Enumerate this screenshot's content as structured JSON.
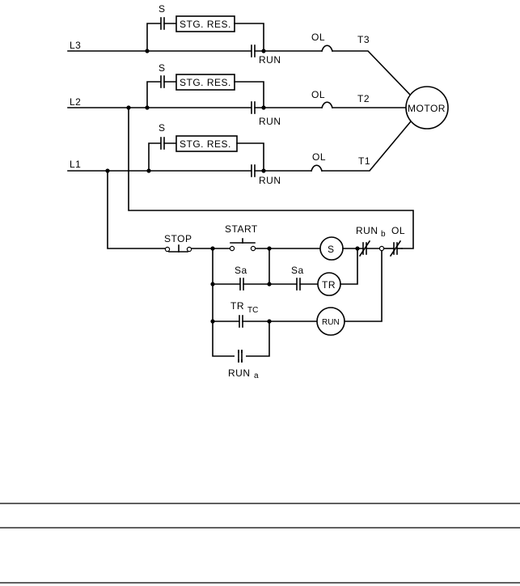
{
  "lines": {
    "l3": "L3",
    "l2": "L2",
    "l1": "L1"
  },
  "terminals": {
    "t3": "T3",
    "t2": "T2",
    "t1": "T1"
  },
  "motor": "MOTOR",
  "power": {
    "s_contact": "S",
    "starting_resistor": "STG. RES.",
    "run_contact": "RUN",
    "overload": "OL"
  },
  "control": {
    "stop": "STOP",
    "start": "START",
    "coil_s": "S",
    "coil_tr": "TR",
    "coil_run": "RUN",
    "sa": "Sa",
    "tr_tc": "TR",
    "tr_tc_sub": "TC",
    "run_b": "RUN",
    "run_b_sub": "b",
    "run_a": "RUN",
    "run_a_sub": "a",
    "ol": "OL"
  }
}
